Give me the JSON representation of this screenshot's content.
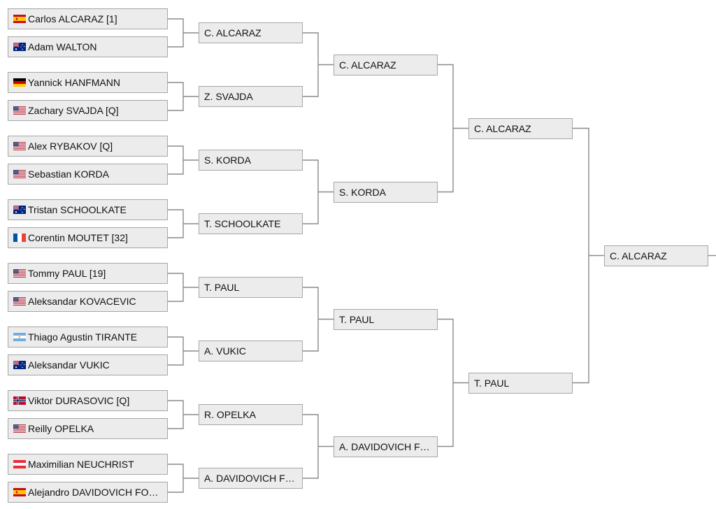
{
  "rounds": [
    {
      "name": "r1",
      "slots": [
        {
          "text": "Carlos ALCARAZ [1]",
          "flag": "spain-flag-icon"
        },
        {
          "text": "Adam WALTON",
          "flag": "australia-flag-icon"
        },
        {
          "text": "Yannick HANFMANN",
          "flag": "germany-flag-icon"
        },
        {
          "text": "Zachary SVAJDA [Q]",
          "flag": "usa-flag-icon"
        },
        {
          "text": "Alex RYBAKOV [Q]",
          "flag": "usa-flag-icon"
        },
        {
          "text": "Sebastian KORDA",
          "flag": "usa-flag-icon"
        },
        {
          "text": "Tristan SCHOOLKATE",
          "flag": "australia-flag-icon"
        },
        {
          "text": "Corentin MOUTET [32]",
          "flag": "france-flag-icon"
        },
        {
          "text": "Tommy PAUL [19]",
          "flag": "usa-flag-icon"
        },
        {
          "text": "Aleksandar KOVACEVIC",
          "flag": "usa-flag-icon"
        },
        {
          "text": "Thiago Agustin TIRANTE",
          "flag": "argentina-flag-icon"
        },
        {
          "text": "Aleksandar VUKIC",
          "flag": "australia-flag-icon"
        },
        {
          "text": "Viktor DURASOVIC [Q]",
          "flag": "norway-flag-icon"
        },
        {
          "text": "Reilly OPELKA",
          "flag": "usa-flag-icon"
        },
        {
          "text": "Maximilian NEUCHRIST",
          "flag": "austria-flag-icon"
        },
        {
          "text": "Alejandro DAVIDOVICH FOKINA",
          "flag": "spain-flag-icon"
        }
      ]
    },
    {
      "name": "r2",
      "slots": [
        {
          "text": "C. ALCARAZ"
        },
        {
          "text": "Z. SVAJDA"
        },
        {
          "text": "S. KORDA"
        },
        {
          "text": "T. SCHOOLKATE"
        },
        {
          "text": "T. PAUL"
        },
        {
          "text": "A. VUKIC"
        },
        {
          "text": "R. OPELKA"
        },
        {
          "text": "A. DAVIDOVICH FOKINA"
        }
      ]
    },
    {
      "name": "r3",
      "slots": [
        {
          "text": "C. ALCARAZ"
        },
        {
          "text": "S. KORDA"
        },
        {
          "text": "T. PAUL"
        },
        {
          "text": "A. DAVIDOVICH FOKINA"
        }
      ]
    },
    {
      "name": "r4",
      "slots": [
        {
          "text": "C. ALCARAZ"
        },
        {
          "text": "T. PAUL"
        }
      ]
    },
    {
      "name": "r5",
      "slots": [
        {
          "text": "C. ALCARAZ"
        }
      ]
    }
  ],
  "colors": {
    "slot_bg": "#ececec",
    "slot_border": "#a6a6a6",
    "connector": "#8a8a8a",
    "text": "#111111"
  }
}
